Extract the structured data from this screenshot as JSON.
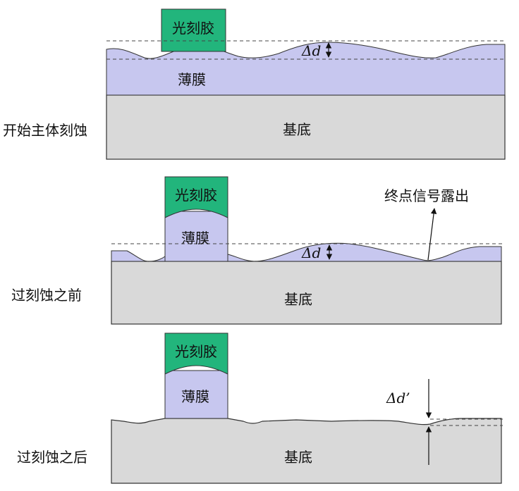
{
  "colors": {
    "photoresist": "#22b57c",
    "film": "#c7c7ef",
    "substrate": "#d9d9d9",
    "outline": "#333333"
  },
  "panels": [
    {
      "stage_label": "开始主体刻蚀",
      "photoresist_label": "光刻胶",
      "film_label": "薄膜",
      "substrate_label": "基底",
      "thickness_delta": "Δd"
    },
    {
      "stage_label": "过刻蚀之前",
      "photoresist_label": "光刻胶",
      "film_label": "薄膜",
      "substrate_label": "基底",
      "thickness_delta": "Δd",
      "endpoint_annotation": "终点信号露出"
    },
    {
      "stage_label": "过刻蚀之后",
      "photoresist_label": "光刻胶",
      "film_label": "薄膜",
      "substrate_label": "基底",
      "thickness_delta": "Δd’"
    }
  ]
}
